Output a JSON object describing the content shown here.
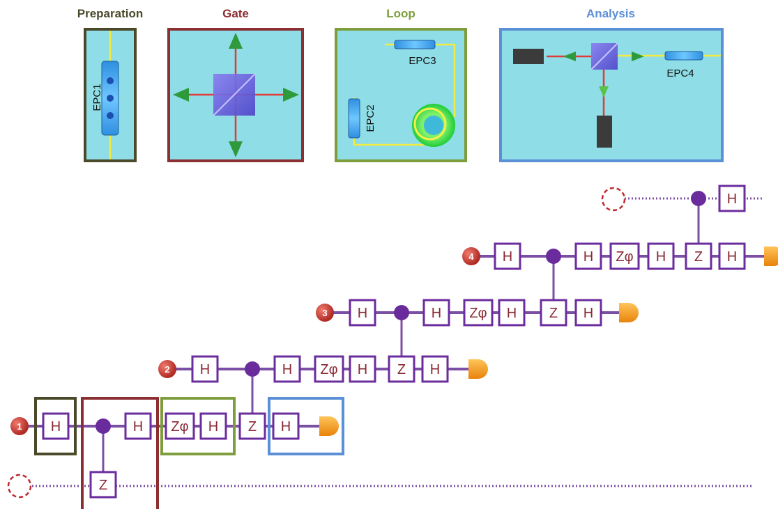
{
  "colors": {
    "preparation": "#4a4a2a",
    "gate": "#8c2f32",
    "loop": "#7e9d3c",
    "analysis": "#5b8fd6",
    "panel_bg": "#8fdde6",
    "wire": "#7b4fa3",
    "gate_border": "#6b2c9e",
    "control_dot": "#6a2c9c",
    "detector": "#f39a1e",
    "qubit_ball": "#c8332e",
    "ancilla": "#c0282d",
    "fiber": "#f2ec42",
    "beam": "#e03a3a"
  },
  "panels": {
    "preparation": {
      "title": "Preparation",
      "epc_label": "EPC1"
    },
    "gate": {
      "title": "Gate"
    },
    "loop": {
      "title": "Loop",
      "epc_top_label": "EPC3",
      "epc_side_label": "EPC2"
    },
    "analysis": {
      "title": "Analysis",
      "epc_label": "EPC4"
    }
  },
  "circuit": {
    "top_line": {
      "gate": "H"
    },
    "rows": [
      {
        "qubit": "4",
        "gates": [
          "H",
          "H",
          "Zφ",
          "H",
          "Z",
          "H"
        ]
      },
      {
        "qubit": "3",
        "gates": [
          "H",
          "H",
          "Zφ",
          "H",
          "Z",
          "H"
        ]
      },
      {
        "qubit": "2",
        "gates": [
          "H",
          "H",
          "Zφ",
          "H",
          "Z",
          "H"
        ]
      },
      {
        "qubit": "1",
        "gates": [
          "H",
          "H",
          "Zφ",
          "H",
          "Z",
          "H"
        ]
      }
    ],
    "ancilla_gate": "Z"
  }
}
